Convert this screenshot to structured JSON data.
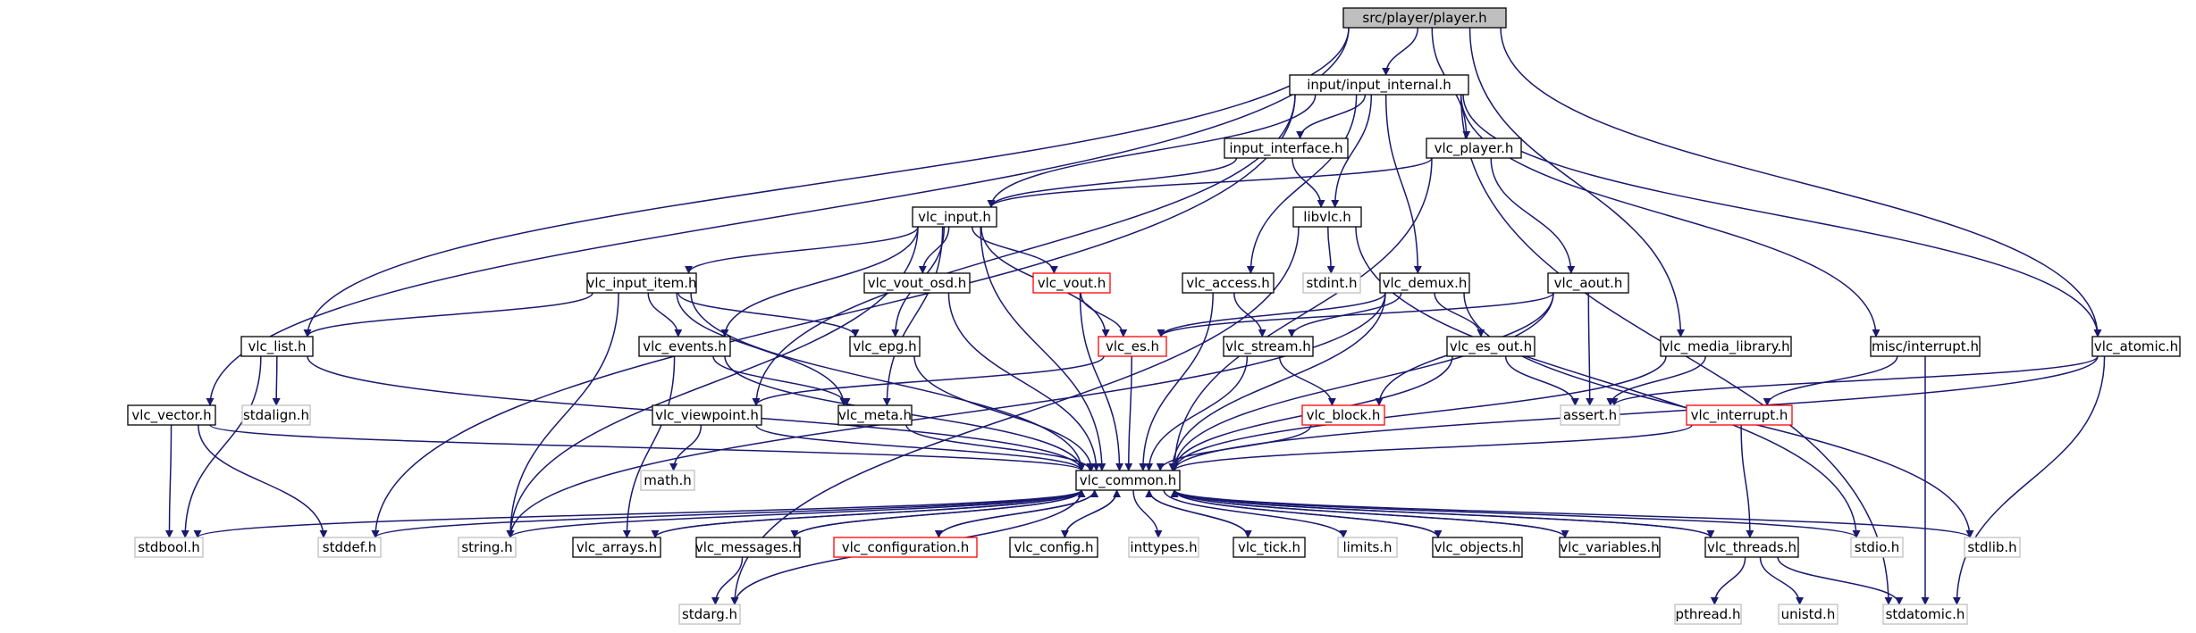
{
  "nodes": [
    {
      "id": "player_h",
      "label": "src/player/player.h",
      "style": "root"
    },
    {
      "id": "input_internal_h",
      "label": "input/input_internal.h",
      "style": "normal"
    },
    {
      "id": "input_interface_h",
      "label": "input_interface.h",
      "style": "normal"
    },
    {
      "id": "vlc_player_h",
      "label": "vlc_player.h",
      "style": "normal"
    },
    {
      "id": "vlc_input_h",
      "label": "vlc_input.h",
      "style": "normal"
    },
    {
      "id": "libvlc_h",
      "label": "libvlc.h",
      "style": "normal"
    },
    {
      "id": "stdint_h",
      "label": "stdint.h",
      "style": "system"
    },
    {
      "id": "vlc_input_item_h",
      "label": "vlc_input_item.h",
      "style": "normal"
    },
    {
      "id": "vlc_vout_osd_h",
      "label": "vlc_vout_osd.h",
      "style": "normal"
    },
    {
      "id": "vlc_vout_h",
      "label": "vlc_vout.h",
      "style": "truncated"
    },
    {
      "id": "vlc_access_h",
      "label": "vlc_access.h",
      "style": "normal"
    },
    {
      "id": "vlc_demux_h",
      "label": "vlc_demux.h",
      "style": "normal"
    },
    {
      "id": "vlc_aout_h",
      "label": "vlc_aout.h",
      "style": "normal"
    },
    {
      "id": "vlc_list_h",
      "label": "vlc_list.h",
      "style": "normal"
    },
    {
      "id": "vlc_events_h",
      "label": "vlc_events.h",
      "style": "normal"
    },
    {
      "id": "vlc_epg_h",
      "label": "vlc_epg.h",
      "style": "normal"
    },
    {
      "id": "vlc_es_h",
      "label": "vlc_es.h",
      "style": "truncated"
    },
    {
      "id": "vlc_stream_h",
      "label": "vlc_stream.h",
      "style": "normal"
    },
    {
      "id": "vlc_es_out_h",
      "label": "vlc_es_out.h",
      "style": "normal"
    },
    {
      "id": "vlc_media_library_h",
      "label": "vlc_media_library.h",
      "style": "normal"
    },
    {
      "id": "misc_interrupt_h",
      "label": "misc/interrupt.h",
      "style": "normal"
    },
    {
      "id": "vlc_atomic_h",
      "label": "vlc_atomic.h",
      "style": "normal"
    },
    {
      "id": "stdalign_h",
      "label": "stdalign.h",
      "style": "system"
    },
    {
      "id": "vlc_vector_h",
      "label": "vlc_vector.h",
      "style": "normal"
    },
    {
      "id": "vlc_viewpoint_h",
      "label": "vlc_viewpoint.h",
      "style": "normal"
    },
    {
      "id": "vlc_meta_h",
      "label": "vlc_meta.h",
      "style": "normal"
    },
    {
      "id": "vlc_block_h",
      "label": "vlc_block.h",
      "style": "truncated"
    },
    {
      "id": "assert_h",
      "label": "assert.h",
      "style": "system"
    },
    {
      "id": "vlc_interrupt_h",
      "label": "vlc_interrupt.h",
      "style": "truncated"
    },
    {
      "id": "math_h",
      "label": "math.h",
      "style": "system"
    },
    {
      "id": "vlc_common_h",
      "label": "vlc_common.h",
      "style": "normal"
    },
    {
      "id": "stdbool_h",
      "label": "stdbool.h",
      "style": "system"
    },
    {
      "id": "stddef_h",
      "label": "stddef.h",
      "style": "system"
    },
    {
      "id": "string_h",
      "label": "string.h",
      "style": "system"
    },
    {
      "id": "vlc_arrays_h",
      "label": "vlc_arrays.h",
      "style": "normal"
    },
    {
      "id": "vlc_messages_h",
      "label": "vlc_messages.h",
      "style": "normal"
    },
    {
      "id": "vlc_configuration_h",
      "label": "vlc_configuration.h",
      "style": "truncated"
    },
    {
      "id": "vlc_config_h",
      "label": "vlc_config.h",
      "style": "normal"
    },
    {
      "id": "inttypes_h",
      "label": "inttypes.h",
      "style": "system"
    },
    {
      "id": "vlc_tick_h",
      "label": "vlc_tick.h",
      "style": "normal"
    },
    {
      "id": "limits_h",
      "label": "limits.h",
      "style": "system"
    },
    {
      "id": "vlc_objects_h",
      "label": "vlc_objects.h",
      "style": "normal"
    },
    {
      "id": "vlc_variables_h",
      "label": "vlc_variables.h",
      "style": "normal"
    },
    {
      "id": "vlc_threads_h",
      "label": "vlc_threads.h",
      "style": "normal"
    },
    {
      "id": "stdio_h",
      "label": "stdio.h",
      "style": "system"
    },
    {
      "id": "stdlib_h",
      "label": "stdlib.h",
      "style": "system"
    },
    {
      "id": "stdarg_h",
      "label": "stdarg.h",
      "style": "system"
    },
    {
      "id": "pthread_h",
      "label": "pthread.h",
      "style": "system"
    },
    {
      "id": "unistd_h",
      "label": "unistd.h",
      "style": "system"
    },
    {
      "id": "stdatomic_h",
      "label": "stdatomic.h",
      "style": "system"
    }
  ],
  "edges": [
    [
      "player_h",
      "input_internal_h"
    ],
    [
      "player_h",
      "vlc_player_h"
    ],
    [
      "player_h",
      "vlc_media_library_h"
    ],
    [
      "player_h",
      "vlc_atomic_h"
    ],
    [
      "player_h",
      "vlc_list_h"
    ],
    [
      "player_h",
      "vlc_vector_h"
    ],
    [
      "input_internal_h",
      "input_interface_h"
    ],
    [
      "input_internal_h",
      "vlc_input_h"
    ],
    [
      "input_internal_h",
      "libvlc_h"
    ],
    [
      "input_internal_h",
      "vlc_access_h"
    ],
    [
      "input_internal_h",
      "vlc_demux_h"
    ],
    [
      "input_internal_h",
      "misc_interrupt_h"
    ],
    [
      "input_internal_h",
      "vlc_atomic_h"
    ],
    [
      "input_internal_h",
      "stdatomic_h"
    ],
    [
      "input_internal_h",
      "vlc_viewpoint_h"
    ],
    [
      "input_internal_h",
      "stddef_h"
    ],
    [
      "input_interface_h",
      "vlc_input_h"
    ],
    [
      "input_interface_h",
      "libvlc_h"
    ],
    [
      "vlc_player_h",
      "vlc_input_h"
    ],
    [
      "vlc_player_h",
      "vlc_aout_h"
    ],
    [
      "vlc_player_h",
      "vlc_common_h"
    ],
    [
      "libvlc_h",
      "stdint_h"
    ],
    [
      "libvlc_h",
      "stdarg_h"
    ],
    [
      "libvlc_h",
      "stdio_h"
    ],
    [
      "vlc_input_h",
      "vlc_input_item_h"
    ],
    [
      "vlc_input_h",
      "vlc_vout_osd_h"
    ],
    [
      "vlc_input_h",
      "vlc_vout_h"
    ],
    [
      "vlc_input_h",
      "vlc_es_h"
    ],
    [
      "vlc_input_h",
      "vlc_events_h"
    ],
    [
      "vlc_input_h",
      "vlc_epg_h"
    ],
    [
      "vlc_input_h",
      "vlc_meta_h"
    ],
    [
      "vlc_input_h",
      "vlc_common_h"
    ],
    [
      "vlc_input_h",
      "string_h"
    ],
    [
      "vlc_input_item_h",
      "vlc_list_h"
    ],
    [
      "vlc_input_item_h",
      "vlc_events_h"
    ],
    [
      "vlc_input_item_h",
      "vlc_epg_h"
    ],
    [
      "vlc_input_item_h",
      "vlc_meta_h"
    ],
    [
      "vlc_input_item_h",
      "vlc_common_h"
    ],
    [
      "vlc_input_item_h",
      "string_h"
    ],
    [
      "vlc_vout_osd_h",
      "vlc_common_h"
    ],
    [
      "vlc_vout_h",
      "vlc_es_h"
    ],
    [
      "vlc_vout_h",
      "vlc_common_h"
    ],
    [
      "vlc_access_h",
      "vlc_stream_h"
    ],
    [
      "vlc_access_h",
      "vlc_common_h"
    ],
    [
      "vlc_demux_h",
      "vlc_es_h"
    ],
    [
      "vlc_demux_h",
      "vlc_stream_h"
    ],
    [
      "vlc_demux_h",
      "vlc_es_out_h"
    ],
    [
      "vlc_demux_h",
      "vlc_common_h"
    ],
    [
      "vlc_demux_h",
      "string_h"
    ],
    [
      "vlc_demux_h",
      "stdlib_h"
    ],
    [
      "vlc_aout_h",
      "vlc_es_h"
    ],
    [
      "vlc_aout_h",
      "vlc_block_h"
    ],
    [
      "vlc_aout_h",
      "assert_h"
    ],
    [
      "vlc_aout_h",
      "vlc_common_h"
    ],
    [
      "vlc_list_h",
      "stdalign_h"
    ],
    [
      "vlc_list_h",
      "stdbool_h"
    ],
    [
      "vlc_list_h",
      "vlc_common_h"
    ],
    [
      "vlc_events_h",
      "vlc_arrays_h"
    ],
    [
      "vlc_events_h",
      "vlc_meta_h"
    ],
    [
      "vlc_events_h",
      "vlc_common_h"
    ],
    [
      "vlc_epg_h",
      "vlc_common_h"
    ],
    [
      "vlc_es_h",
      "vlc_viewpoint_h"
    ],
    [
      "vlc_es_h",
      "vlc_common_h"
    ],
    [
      "vlc_stream_h",
      "vlc_block_h"
    ],
    [
      "vlc_stream_h",
      "vlc_common_h"
    ],
    [
      "vlc_es_out_h",
      "assert_h"
    ],
    [
      "vlc_es_out_h",
      "vlc_common_h"
    ],
    [
      "vlc_media_library_h",
      "assert_h"
    ],
    [
      "vlc_media_library_h",
      "vlc_common_h"
    ],
    [
      "misc_interrupt_h",
      "vlc_interrupt_h"
    ],
    [
      "misc_interrupt_h",
      "stdatomic_h"
    ],
    [
      "vlc_atomic_h",
      "assert_h"
    ],
    [
      "vlc_atomic_h",
      "stdatomic_h"
    ],
    [
      "vlc_atomic_h",
      "vlc_common_h"
    ],
    [
      "vlc_vector_h",
      "stdbool_h"
    ],
    [
      "vlc_vector_h",
      "stddef_h"
    ],
    [
      "vlc_vector_h",
      "vlc_common_h"
    ],
    [
      "vlc_viewpoint_h",
      "math_h"
    ],
    [
      "vlc_viewpoint_h",
      "vlc_common_h"
    ],
    [
      "vlc_meta_h",
      "vlc_common_h"
    ],
    [
      "vlc_block_h",
      "vlc_common_h"
    ],
    [
      "vlc_interrupt_h",
      "vlc_threads_h"
    ],
    [
      "vlc_interrupt_h",
      "vlc_common_h"
    ],
    [
      "vlc_common_h",
      "stdbool_h"
    ],
    [
      "vlc_common_h",
      "stddef_h"
    ],
    [
      "vlc_common_h",
      "string_h"
    ],
    [
      "vlc_common_h",
      "vlc_arrays_h"
    ],
    [
      "vlc_common_h",
      "vlc_messages_h"
    ],
    [
      "vlc_common_h",
      "vlc_configuration_h"
    ],
    [
      "vlc_common_h",
      "vlc_config_h"
    ],
    [
      "vlc_common_h",
      "inttypes_h"
    ],
    [
      "vlc_common_h",
      "vlc_tick_h"
    ],
    [
      "vlc_common_h",
      "limits_h"
    ],
    [
      "vlc_common_h",
      "vlc_objects_h"
    ],
    [
      "vlc_common_h",
      "vlc_variables_h"
    ],
    [
      "vlc_common_h",
      "vlc_threads_h"
    ],
    [
      "vlc_common_h",
      "stdio_h"
    ],
    [
      "vlc_common_h",
      "stdlib_h"
    ],
    [
      "vlc_common_h",
      "stdarg_h"
    ],
    [
      "vlc_arrays_h",
      "vlc_common_h"
    ],
    [
      "vlc_messages_h",
      "vlc_common_h"
    ],
    [
      "vlc_messages_h",
      "stdarg_h"
    ],
    [
      "vlc_configuration_h",
      "vlc_common_h"
    ],
    [
      "vlc_config_h",
      "vlc_common_h"
    ],
    [
      "vlc_tick_h",
      "vlc_common_h"
    ],
    [
      "vlc_objects_h",
      "vlc_common_h"
    ],
    [
      "vlc_variables_h",
      "vlc_common_h"
    ],
    [
      "vlc_threads_h",
      "vlc_common_h"
    ],
    [
      "vlc_threads_h",
      "pthread_h"
    ],
    [
      "vlc_threads_h",
      "unistd_h"
    ],
    [
      "vlc_threads_h",
      "stdatomic_h"
    ]
  ],
  "colors": {
    "edge": "#191970",
    "normal_border": "#000000",
    "truncated_border": "#ff0000",
    "system_border": "#bfbfbf",
    "root_fill": "#bfbfbf",
    "text": "#000000",
    "system_text": "#000000"
  }
}
